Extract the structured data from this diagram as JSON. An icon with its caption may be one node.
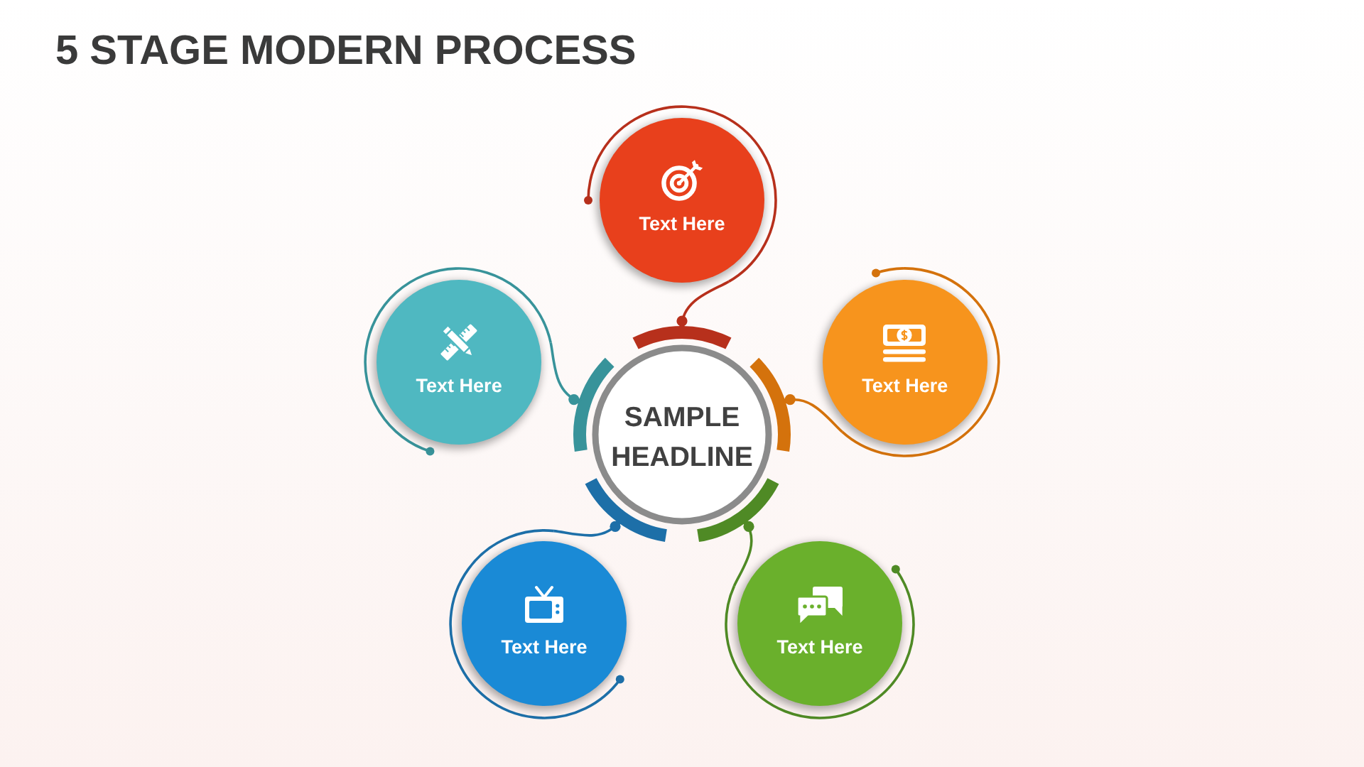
{
  "diagram": {
    "title": "5 STAGE MODERN PROCESS",
    "nodes": [
      {
        "text": [
          "SAMPLE HEADLINE"
        ]
      },
      {
        "text": [
          "Text Here"
        ]
      },
      {
        "text": [
          "Text Here"
        ]
      },
      {
        "text": [
          "Text Here"
        ]
      },
      {
        "text": [
          "Text Here"
        ]
      },
      {
        "text": [
          "Text Here"
        ]
      }
    ],
    "edges": [
      {
        "from": 0,
        "to": 1,
        "arrow": "none",
        "color": "#b7301c"
      },
      {
        "from": 0,
        "to": 2,
        "arrow": "none",
        "color": "#d4720c"
      },
      {
        "from": 0,
        "to": 3,
        "arrow": "none",
        "color": "#4f8a25"
      },
      {
        "from": 0,
        "to": 4,
        "arrow": "none",
        "color": "#1d6fa8"
      },
      {
        "from": 0,
        "to": 5,
        "arrow": "none",
        "color": "#38939a"
      }
    ]
  }
}
